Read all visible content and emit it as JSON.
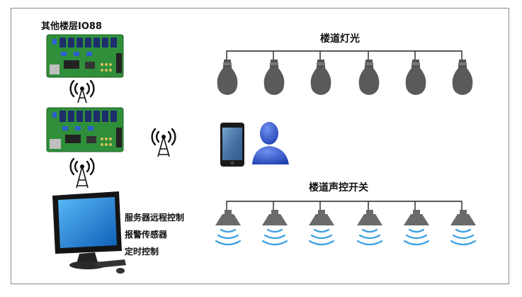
{
  "board_title": "其他楼层IO88",
  "lights_title": "楼道灯光",
  "sound_switch_title": "楼道声控开关",
  "server_labels": [
    "服务器远程控制",
    "报警传感器",
    "定时控制"
  ],
  "colors": {
    "board_green": "#2f8f3a",
    "relay_blue": "#1d2e6b",
    "bulb_gray": "#5a5a5a",
    "lamp_wave_blue": "#3aa0e0",
    "person_blue": "#1f3fb0",
    "monitor_screen": "#1e88d8"
  },
  "icons": {
    "boards": [
      "relay-board-icon",
      "relay-board-icon"
    ],
    "antennas": [
      "wifi-antenna-icon",
      "wifi-antenna-icon",
      "wifi-antenna-icon"
    ],
    "phone": "smartphone-icon",
    "user": "user-silhouette-icon",
    "computer": "desktop-computer-icon",
    "bulbs": [
      "light-bulb-icon",
      "light-bulb-icon",
      "light-bulb-icon",
      "light-bulb-icon",
      "light-bulb-icon",
      "light-bulb-icon"
    ],
    "lamps": [
      "ceiling-lamp-icon",
      "ceiling-lamp-icon",
      "ceiling-lamp-icon",
      "ceiling-lamp-icon",
      "ceiling-lamp-icon",
      "ceiling-lamp-icon"
    ]
  }
}
